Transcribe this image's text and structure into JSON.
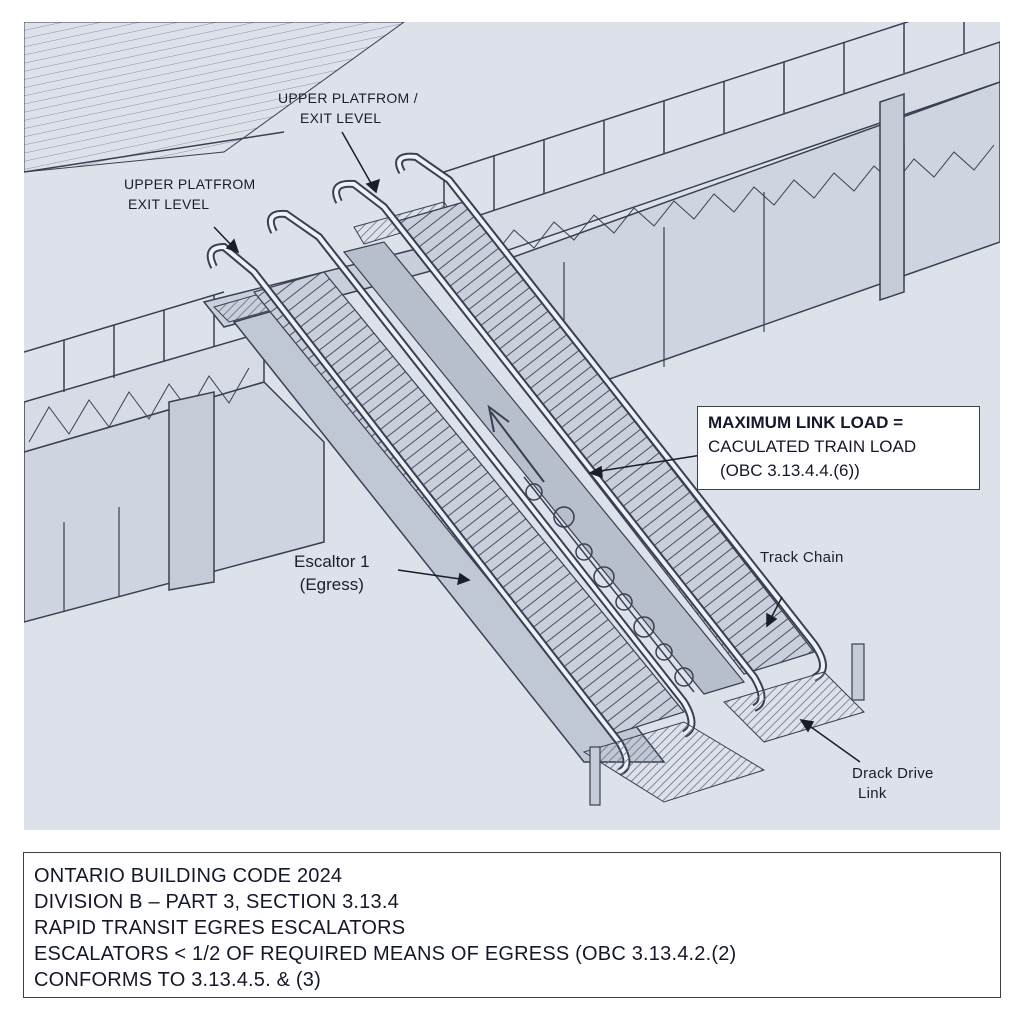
{
  "labels": {
    "upper_platform_right": [
      "UPPER PLATFROM /",
      "EXIT LEVEL"
    ],
    "upper_platform_left": [
      "UPPER PLATFROM",
      "EXIT LEVEL"
    ],
    "escalator": [
      "Escaltor 1",
      "(Egress)"
    ],
    "track_chain": "Track Chain",
    "drack_drive": [
      "Drack Drive",
      "Link"
    ]
  },
  "callout": {
    "line1": "MAXIMUM LINK LOAD =",
    "line2": "CACULATED TRAIN LOAD",
    "line3": "(OBC 3.13.4.4.(6))"
  },
  "title_block": {
    "lines": [
      "ONTARIO BUILDING CODE 2024",
      "DIVISION B – PART 3, SECTION 3.13.4",
      "RAPID TRANSIT EGRES ESCALATORS",
      "ESCALATORS < 1/2 OF REQUIRED MEANS OF EGRESS (OBC 3.13.4.2.(2)",
      "CONFORMS TO 3.13.4.5. & (3)"
    ]
  },
  "colors": {
    "background": "#dde2ea",
    "line": "#3a3f52",
    "hatch": "#8a90a4"
  }
}
